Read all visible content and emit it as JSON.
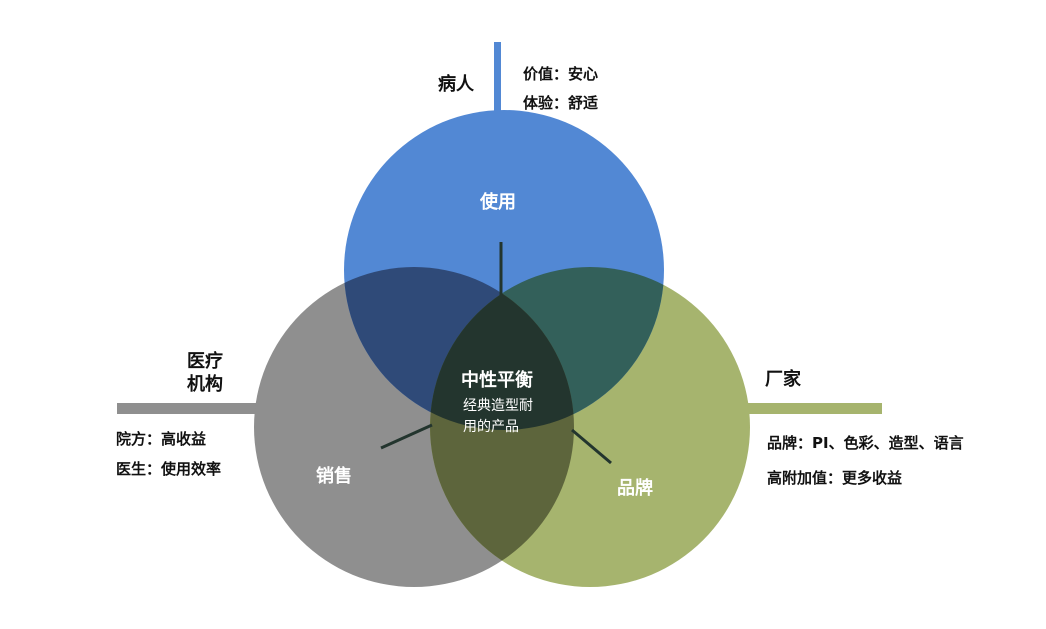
{
  "colors": {
    "patient": "#5288d4",
    "institution": "#8f8f8f",
    "maker": "#a6b46e",
    "blue_gray": "#2f4a78",
    "blue_green": "#33605a",
    "gray_green": "#5d653c",
    "center": "#23352e"
  },
  "patient": {
    "title": "病人",
    "lines": [
      "价值：安心",
      "体验：舒适"
    ],
    "circle_label": "使用"
  },
  "institution": {
    "title_line1": "医疗",
    "title_line2": "机构",
    "lines": [
      "院方：高收益",
      "医生：使用效率"
    ],
    "circle_label": "销售"
  },
  "maker": {
    "title": "厂家",
    "lines": [
      "品牌：PI、色彩、造型、语言",
      "高附加值：更多收益"
    ],
    "circle_label": "品牌"
  },
  "center": {
    "title": "中性平衡",
    "line1": "经典造型耐",
    "line2": "用的产品"
  }
}
